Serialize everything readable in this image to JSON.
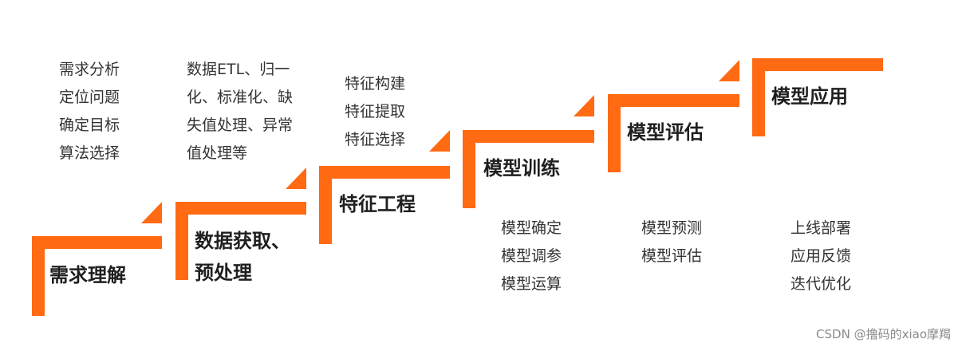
{
  "colors": {
    "accent": "#ff6a13"
  },
  "steps": [
    {
      "title": "需求理解",
      "items": [
        "需求分析",
        "定位问题",
        "确定目标",
        "算法选择"
      ]
    },
    {
      "title": "数据获取、\n预处理",
      "items": [
        "数据ETL、归一",
        "化、标准化、缺",
        "失值处理、异常",
        "值处理等"
      ]
    },
    {
      "title": "特征工程",
      "items": [
        "特征构建",
        "特征提取",
        "特征选择"
      ]
    },
    {
      "title": "模型训练",
      "items": [
        "模型确定",
        "模型调参",
        "模型运算"
      ]
    },
    {
      "title": "模型评估",
      "items": [
        "模型预测",
        "模型评估"
      ]
    },
    {
      "title": "模型应用",
      "items": [
        "上线部署",
        "应用反馈",
        "迭代优化"
      ]
    }
  ],
  "watermark": "CSDN @撸码的xiao摩羯"
}
